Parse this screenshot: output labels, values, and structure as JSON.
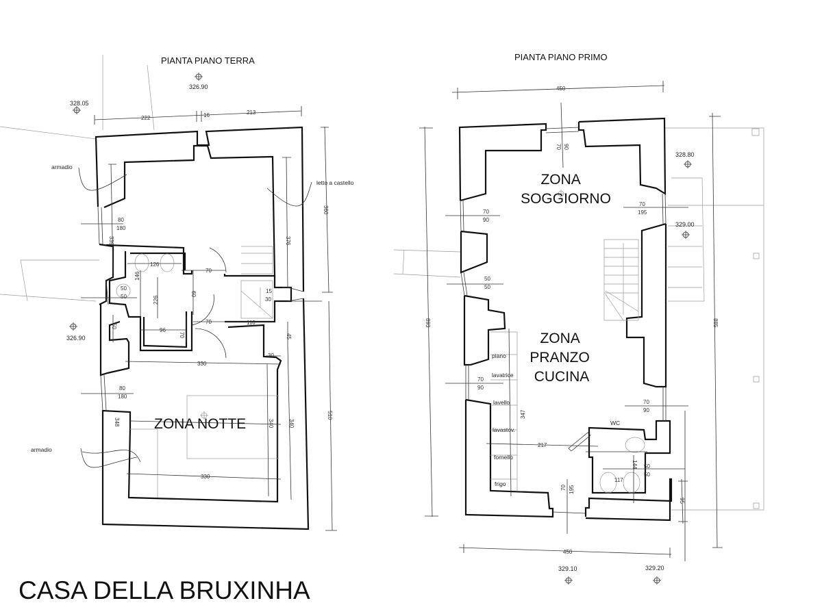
{
  "titles": {
    "ground": "PIANTA PIANO TERRA",
    "first": "PIANTA PIANO PRIMO",
    "project": "CASA DELLA BRUXINHA"
  },
  "zones": {
    "notte": "ZONA NOTTE",
    "soggiorno": [
      "ZONA",
      "SOGGIORNO"
    ],
    "pranzo": [
      "ZONA",
      "PRANZO",
      "CUCINA"
    ]
  },
  "labels": {
    "armadio_top": "armadio",
    "armadio_bottom": "armadio",
    "letto": "letto a castello",
    "kitchen": [
      "piano",
      "lavatrice",
      "lavello",
      "lavastov.",
      "fornello",
      "frigo"
    ],
    "wc": "WC"
  },
  "elevations": {
    "ground_top": "326.90",
    "ground_tl": "328.05",
    "ground_left": "326.90",
    "first_r1": "328.80",
    "first_r2": "329.00",
    "first_b1": "329.10",
    "first_b2": "329.20"
  },
  "dims_ground": {
    "top_left": "222",
    "top_mid": "16",
    "top_right": "213",
    "right_outer_upper": "360",
    "right_inner_upper": "376",
    "left_upper": "339",
    "win_upper": [
      "80",
      "180"
    ],
    "bath_w": "126",
    "door1": "70",
    "bath_h": "146",
    "win_bath": [
      "50",
      "50"
    ],
    "corr": "226",
    "door_h": "60",
    "stair": [
      "15",
      "30"
    ],
    "door2": "70",
    "w110": "110",
    "w96": "96",
    "h70": "70",
    "h50": "50",
    "h45": "45",
    "w30": "30",
    "w330_top": "330",
    "win_lower": [
      "80",
      "180"
    ],
    "left_lower": "348",
    "h340_a": "340",
    "h340_b": "340",
    "right_outer_lower": "510",
    "w330_bottom": "330"
  },
  "dims_first": {
    "top": "450",
    "win_top": [
      "70",
      "90"
    ],
    "win_l1": [
      "70",
      "90"
    ],
    "win_r1": [
      "70",
      "195"
    ],
    "win_l2": [
      "50",
      "50"
    ],
    "left_total": "893",
    "right_total": "885",
    "win_l3": [
      "70",
      "90"
    ],
    "kitchen_len": "347",
    "w217": "217",
    "win_r2": [
      "70",
      "90"
    ],
    "wc_h": "144",
    "win_wc": [
      "50",
      "50"
    ],
    "wc_w": "117",
    "door_bottom": [
      "70",
      "195"
    ],
    "h95": "95",
    "bottom": "450"
  }
}
